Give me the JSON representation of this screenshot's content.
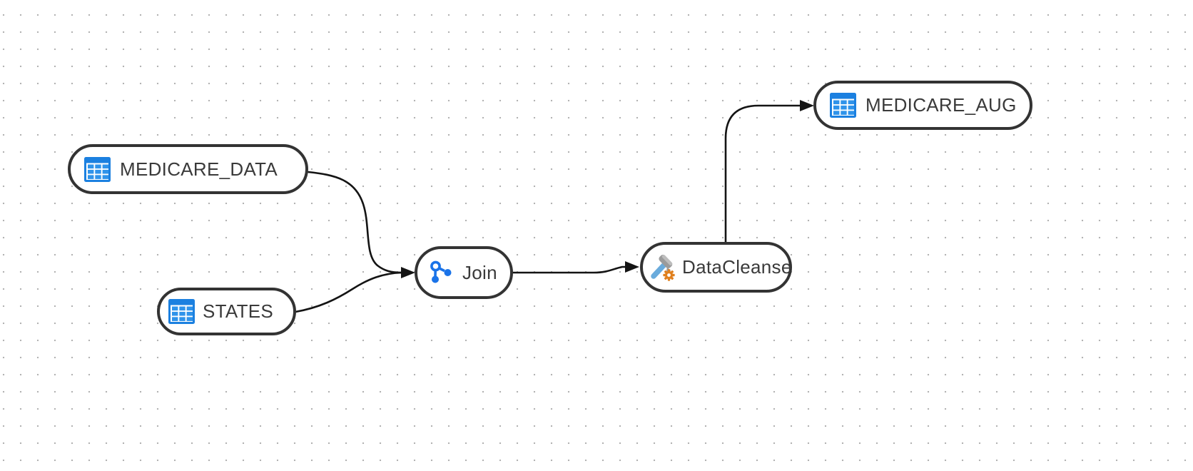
{
  "canvas": {
    "background_color": "#ffffff",
    "dot_color": "#b3b3b3"
  },
  "nodes": [
    {
      "id": "medicare-data",
      "label": "MEDICARE_DATA",
      "icon": "table-icon"
    },
    {
      "id": "states",
      "label": "STATES",
      "icon": "table-icon"
    },
    {
      "id": "join",
      "label": "Join",
      "icon": "join-icon"
    },
    {
      "id": "datacleanse",
      "label": "DataCleanse",
      "icon": "hammer-gear-icon"
    },
    {
      "id": "medicare-aug",
      "label": "MEDICARE_AUG",
      "icon": "table-icon"
    }
  ],
  "edges": [
    {
      "from": "medicare-data",
      "to": "join"
    },
    {
      "from": "states",
      "to": "join"
    },
    {
      "from": "join",
      "to": "datacleanse"
    },
    {
      "from": "datacleanse",
      "to": "medicare-aug"
    }
  ],
  "colors": {
    "node_border": "#333333",
    "node_fill": "#ffffff",
    "label_text": "#3a3a3a",
    "table_icon_blue": "#1b80e0",
    "table_icon_cell_blue": "#2f93ea",
    "join_icon_blue": "#1a73e8",
    "hammer_head_gray": "#9b9b9b",
    "hammer_handle_blue": "#6aabdc",
    "gear_orange": "#e0801e",
    "edge_line": "#141414"
  }
}
